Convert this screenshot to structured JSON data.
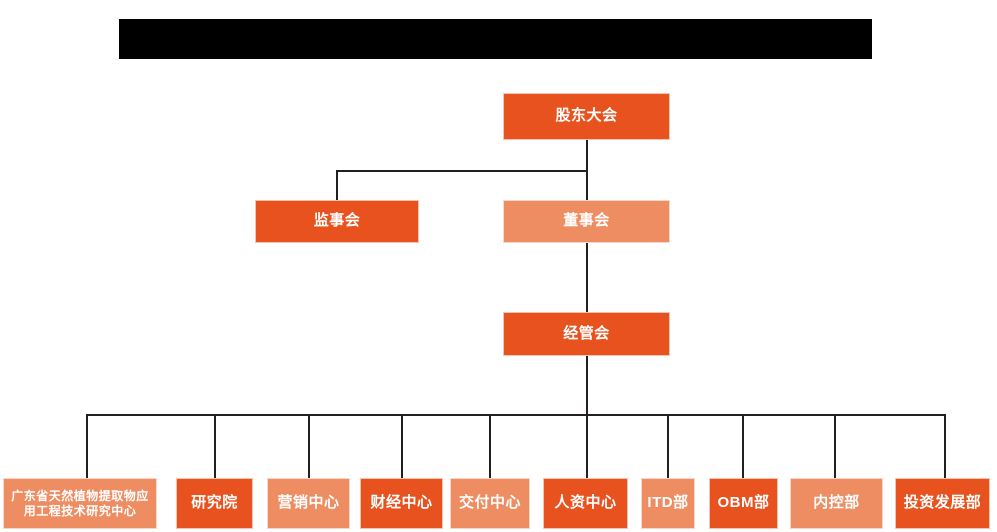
{
  "header": {
    "redacted_banner_text": ""
  },
  "colors": {
    "dark_orange": "#e8521f",
    "light_orange": "#ee8c62",
    "line": "#231f20",
    "background": "#ffffff",
    "banner": "#000000",
    "text": "#ffffff"
  },
  "chart_data": {
    "type": "org-chart",
    "title": "",
    "levels": [
      {
        "level": 1,
        "nodes": [
          {
            "id": "shareholders",
            "label": "股东大会",
            "tone": "dark"
          }
        ]
      },
      {
        "level": 2,
        "nodes": [
          {
            "id": "supervisory-board",
            "label": "监事会",
            "tone": "dark"
          },
          {
            "id": "board-of-directors",
            "label": "董事会",
            "tone": "light"
          }
        ]
      },
      {
        "level": 3,
        "nodes": [
          {
            "id": "management-committee",
            "label": "经管会",
            "tone": "dark"
          }
        ]
      },
      {
        "level": 4,
        "nodes": [
          {
            "id": "research-center-gd",
            "label": "广东省天然植物提取物应\n用工程技术研究中心",
            "line1": "广东省天然植物提取物应",
            "line2": "用工程技术研究中心",
            "tone": "light"
          },
          {
            "id": "research-institute",
            "label": "研究院",
            "tone": "dark"
          },
          {
            "id": "marketing-center",
            "label": "营销中心",
            "tone": "light"
          },
          {
            "id": "finance-center",
            "label": "财经中心",
            "tone": "dark"
          },
          {
            "id": "delivery-center",
            "label": "交付中心",
            "tone": "light"
          },
          {
            "id": "hr-center",
            "label": "人资中心",
            "tone": "dark"
          },
          {
            "id": "itd-department",
            "label": "ITD部",
            "tone": "light"
          },
          {
            "id": "obm-department",
            "label": "OBM部",
            "tone": "dark"
          },
          {
            "id": "internal-control-department",
            "label": "内控部",
            "tone": "light"
          },
          {
            "id": "investment-development-department",
            "label": "投资发展部",
            "tone": "dark"
          }
        ]
      }
    ],
    "edges": [
      {
        "from": "shareholders",
        "to": "supervisory-board"
      },
      {
        "from": "shareholders",
        "to": "board-of-directors"
      },
      {
        "from": "board-of-directors",
        "to": "management-committee"
      },
      {
        "from": "management-committee",
        "to": "research-center-gd"
      },
      {
        "from": "management-committee",
        "to": "research-institute"
      },
      {
        "from": "management-committee",
        "to": "marketing-center"
      },
      {
        "from": "management-committee",
        "to": "finance-center"
      },
      {
        "from": "management-committee",
        "to": "delivery-center"
      },
      {
        "from": "management-committee",
        "to": "hr-center"
      },
      {
        "from": "management-committee",
        "to": "itd-department"
      },
      {
        "from": "management-committee",
        "to": "obm-department"
      },
      {
        "from": "management-committee",
        "to": "internal-control-department"
      },
      {
        "from": "management-committee",
        "to": "investment-development-department"
      }
    ]
  }
}
